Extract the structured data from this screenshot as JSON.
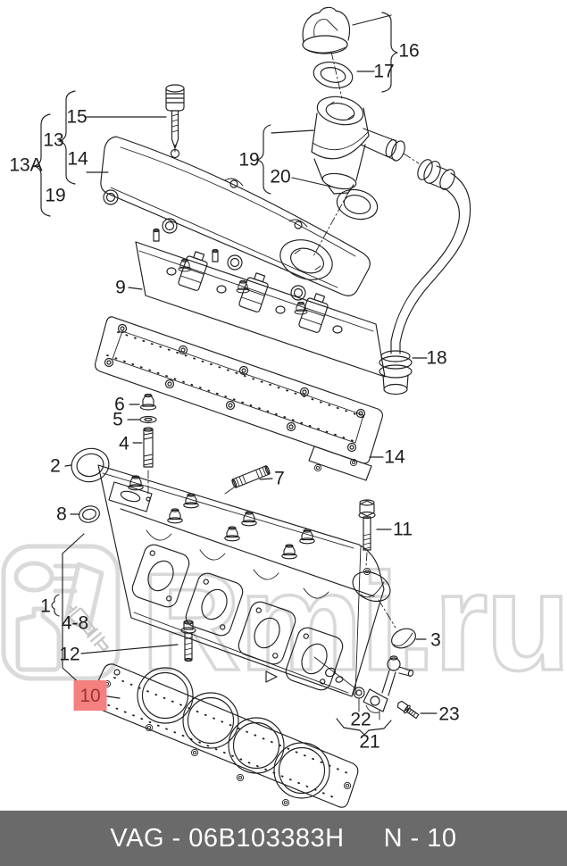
{
  "watermark": {
    "text": "Rmi.ru",
    "logo": "oil-can-logo"
  },
  "footer": {
    "catalog_code": "VAG - 06B103383H",
    "page_ref": "N - 10"
  },
  "highlight": {
    "box_color": "#f4807f",
    "text_color": "#9a3434",
    "part": "10"
  },
  "callouts": [
    {
      "text": "13A"
    },
    {
      "text": "13"
    },
    {
      "text": "15"
    },
    {
      "text": "14"
    },
    {
      "text": "19"
    },
    {
      "text": "16"
    },
    {
      "text": "17"
    },
    {
      "text": "19"
    },
    {
      "text": "20"
    },
    {
      "text": "9"
    },
    {
      "text": "18"
    },
    {
      "text": "6"
    },
    {
      "text": "5"
    },
    {
      "text": "4"
    },
    {
      "text": "2"
    },
    {
      "text": "7"
    },
    {
      "text": "8"
    },
    {
      "text": "14"
    },
    {
      "text": "11"
    },
    {
      "text": "1"
    },
    {
      "text": "4-8"
    },
    {
      "text": "12"
    },
    {
      "text": "3"
    },
    {
      "text": "10"
    },
    {
      "text": "22"
    },
    {
      "text": "21"
    },
    {
      "text": "23"
    }
  ]
}
